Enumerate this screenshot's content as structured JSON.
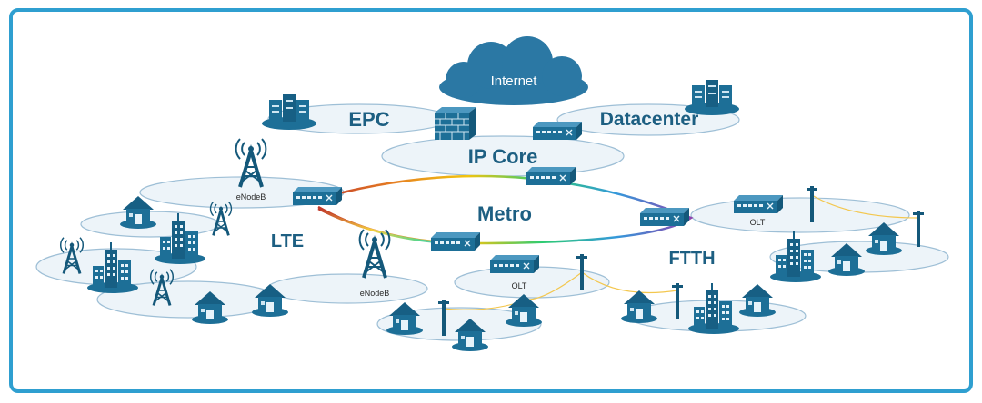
{
  "labels": {
    "internet": "Internet",
    "epc": "EPC",
    "datacenter": "Datacenter",
    "ip_core": "IP Core",
    "metro": "Metro",
    "lte": "LTE",
    "ftth": "FTTH",
    "enodeb_1": "eNodeB",
    "enodeb_2": "eNodeB",
    "olt_1": "OLT",
    "olt_2": "OLT"
  },
  "colors": {
    "frame": "#2f9fd0",
    "ellipse_fill": "#edf4f9",
    "ellipse_stroke": "#9ebfd6",
    "icon": "#1d6f97",
    "icon_dark": "#14587a",
    "label": "#1d5f82"
  },
  "icons": {
    "cloud": "cloud-icon",
    "server": "server-rack-icon",
    "firewall": "firewall-icon",
    "switch": "switch-icon",
    "tower": "cell-tower-icon",
    "house": "house-icon",
    "building": "building-icon",
    "pole": "utility-pole-icon"
  }
}
